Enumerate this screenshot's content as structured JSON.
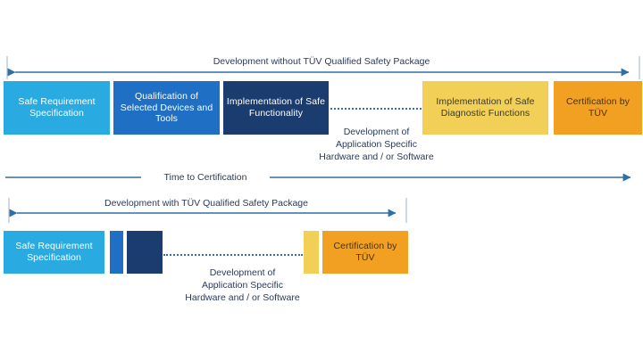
{
  "diagram": {
    "title_top": "Development without TÜV Qualified Safety Package",
    "title_middle": "Time to Certification",
    "title_bottom": "Development with TÜV Qualified Safety Package",
    "colors": {
      "cyan": "#29abe2",
      "blue": "#1f6fc4",
      "navy": "#1b3c6e",
      "yellow": "#f2d057",
      "orange": "#f2a022",
      "arrow": "#2f6fa8",
      "text": "#2b3a56",
      "background": "#ffffff"
    },
    "rows": [
      {
        "name": "without-package",
        "arrow_label": "Development without TÜV Qualified Safety Package",
        "boxes": [
          {
            "id": "safe-requirement-specification",
            "label": "Safe Requirement Specification",
            "color": "cyan"
          },
          {
            "id": "qualification-of-selected-devices-and-tools",
            "label": "Qualification of Selected Devices and Tools",
            "color": "blue"
          },
          {
            "id": "implementation-of-safe-functionality",
            "label": "Implementation of Safe Functionality",
            "color": "navy"
          },
          {
            "id": "implementation-of-safe-diagnostic-functions",
            "label": "Implementation of Safe Diagnostic Functions",
            "color": "yellow"
          },
          {
            "id": "certification-by-tuv",
            "label": "Certification by TÜV",
            "color": "orange"
          }
        ],
        "gap_label": "Development of Application Specific Hardware and / or Software"
      },
      {
        "name": "with-package",
        "arrow_label": "Development with TÜV Qualified Safety Package",
        "boxes": [
          {
            "id": "safe-requirement-specification",
            "label": "Safe Requirement Specification",
            "color": "cyan"
          },
          {
            "id": "qualification-of-selected-devices-and-tools",
            "label": "",
            "color": "blue"
          },
          {
            "id": "implementation-of-safe-functionality",
            "label": "",
            "color": "navy"
          },
          {
            "id": "implementation-of-safe-diagnostic-functions",
            "label": "",
            "color": "yellow"
          },
          {
            "id": "certification-by-tuv",
            "label": "Certification by TÜV",
            "color": "orange"
          }
        ],
        "gap_label": "Development of Application Specific Hardware and / or Software"
      }
    ],
    "gap_text_lines": {
      "line1": "Development of",
      "line2": "Application Specific",
      "line3": "Hardware and / or Software"
    }
  }
}
